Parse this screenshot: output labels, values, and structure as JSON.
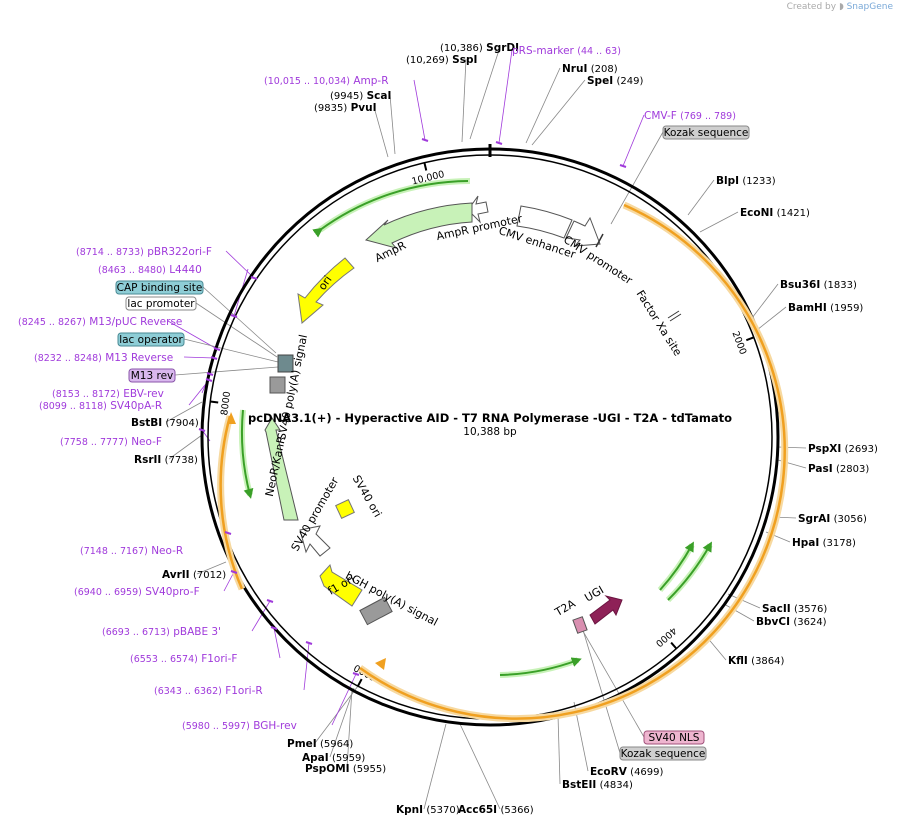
{
  "credit": {
    "prefix": "Created by",
    "brand": "SnapGene"
  },
  "plasmid": {
    "name": "pcDNA3.1(+) - Hyperactive AID - T7 RNA Polymerase -UGI - T2A - tdTamato",
    "length_label": "10,388 bp",
    "total_bp": 10388
  },
  "ticks": [
    {
      "label": "2000",
      "bp": 2000
    },
    {
      "label": "4000",
      "bp": 4000
    },
    {
      "label": "6000",
      "bp": 6000
    },
    {
      "label": "8000",
      "bp": 8000
    },
    {
      "label": "10,000",
      "bp": 10000
    }
  ],
  "enzymes": [
    {
      "name": "SgrDI",
      "pos": "(10,386)"
    },
    {
      "name": "SspI",
      "pos": "(10,269)"
    },
    {
      "name": "ScaI",
      "pos": "(9945)"
    },
    {
      "name": "PvuI",
      "pos": "(9835)"
    },
    {
      "name": "NruI",
      "pos": "(208)"
    },
    {
      "name": "SpeI",
      "pos": "(249)"
    },
    {
      "name": "BlpI",
      "pos": "(1233)"
    },
    {
      "name": "EcoNI",
      "pos": "(1421)"
    },
    {
      "name": "Bsu36I",
      "pos": "(1833)"
    },
    {
      "name": "BamHI",
      "pos": "(1959)"
    },
    {
      "name": "PspXI",
      "pos": "(2693)"
    },
    {
      "name": "PasI",
      "pos": "(2803)"
    },
    {
      "name": "SgrAI",
      "pos": "(3056)"
    },
    {
      "name": "HpaI",
      "pos": "(3178)"
    },
    {
      "name": "SacII",
      "pos": "(3576)"
    },
    {
      "name": "BbvCI",
      "pos": "(3624)"
    },
    {
      "name": "KflI",
      "pos": "(3864)"
    },
    {
      "name": "EcoRV",
      "pos": "(4699)"
    },
    {
      "name": "BstEII",
      "pos": "(4834)"
    },
    {
      "name": "Acc65I",
      "pos": "(5366)"
    },
    {
      "name": "KpnI",
      "pos": "(5370)"
    },
    {
      "name": "PmeI",
      "pos": "(5964)"
    },
    {
      "name": "ApaI",
      "pos": "(5959)"
    },
    {
      "name": "PspOMI",
      "pos": "(5955)"
    },
    {
      "name": "AvrII",
      "pos": "(7012)"
    },
    {
      "name": "BstBI",
      "pos": "(7904)"
    },
    {
      "name": "RsrII",
      "pos": "(7738)"
    }
  ],
  "primers": [
    {
      "name": "pRS-marker",
      "range": "(44 .. 63)"
    },
    {
      "name": "Amp-R",
      "range": "(10,015 .. 10,034)"
    },
    {
      "name": "CMV-F",
      "range": "(769 .. 789)"
    },
    {
      "name": "pBR322ori-F",
      "range": "(8714 .. 8733)"
    },
    {
      "name": "L4440",
      "range": "(8463 .. 8480)"
    },
    {
      "name": "M13/pUC Reverse",
      "range": "(8245 .. 8267)"
    },
    {
      "name": "M13 Reverse",
      "range": "(8232 .. 8248)"
    },
    {
      "name": "EBV-rev",
      "range": "(8153 .. 8172)"
    },
    {
      "name": "SV40pA-R",
      "range": "(8099 .. 8118)"
    },
    {
      "name": "Neo-F",
      "range": "(7758 .. 7777)"
    },
    {
      "name": "Neo-R",
      "range": "(7148 .. 7167)"
    },
    {
      "name": "SV40pro-F",
      "range": "(6940 .. 6959)"
    },
    {
      "name": "pBABE 3'",
      "range": "(6693 .. 6713)"
    },
    {
      "name": "F1ori-F",
      "range": "(6553 .. 6574)"
    },
    {
      "name": "F1ori-R",
      "range": "(6343 .. 6362)"
    },
    {
      "name": "BGH-rev",
      "range": "(5980 .. 5997)"
    }
  ],
  "boxed_labels": [
    {
      "name": "Kozak sequence"
    },
    {
      "name": "CAP binding site"
    },
    {
      "name": "lac promoter"
    },
    {
      "name": "lac operator"
    },
    {
      "name": "M13 rev"
    },
    {
      "name": "SV40 NLS"
    },
    {
      "name": "Kozak sequence"
    }
  ],
  "features": [
    {
      "name": "AmpR promoter"
    },
    {
      "name": "CMV enhancer"
    },
    {
      "name": "CMV promoter"
    },
    {
      "name": "AmpR"
    },
    {
      "name": "ori"
    },
    {
      "name": "Factor Xa site"
    },
    {
      "name": "SV40 poly(A) signal"
    },
    {
      "name": "NeoR/KanR"
    },
    {
      "name": "SV40 promoter"
    },
    {
      "name": "SV40 ori"
    },
    {
      "name": "bGH poly(A) signal"
    },
    {
      "name": "f1 ori"
    },
    {
      "name": "T2A"
    },
    {
      "name": "UGI"
    }
  ],
  "colors": {
    "backbone": "#000000",
    "enzyme_line": "#777777",
    "primer": "#a03adb",
    "orf_orange": "#f0a020",
    "orf_glow": "#f7d9a0",
    "green_arrow": "#3aa028",
    "ampr_fill": "#c8f2b8",
    "ori_yellow": "#ffff00",
    "promoter_white": "#ffffff",
    "gray_box": "#9a9a9a",
    "teal_box": "#8ecdd6",
    "pink_box": "#eeb5cf",
    "ugi": "#8e2157"
  }
}
